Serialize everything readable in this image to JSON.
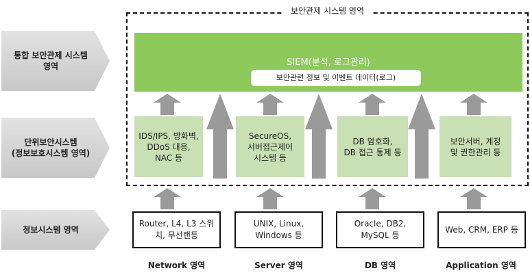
{
  "system_title": "보안관제 시스템 영역",
  "layers": {
    "integrated": [
      "통합 보안관제 시스템",
      "영역"
    ],
    "unit": [
      "단위보안시스템",
      "(정보보호시스템 영역)"
    ],
    "info": [
      "정보시스템 영역"
    ]
  },
  "siem": {
    "label": "SIEM(분석, 로그관리)",
    "event_data": "보안관련 정보 및 이벤트 데이터(로그)"
  },
  "solutions": [
    {
      "lines": [
        "IDS/IPS, 방화벽,",
        "DDoS 대응,",
        "NAC 등"
      ]
    },
    {
      "lines": [
        "SecureOS,",
        "서버접근제어",
        "시스템 등"
      ]
    },
    {
      "lines": [
        "DB 암호화,",
        "DB 접근 통제 등"
      ]
    },
    {
      "lines": [
        "보안서버, 계정",
        "및 권한관리 등"
      ]
    }
  ],
  "info_systems": [
    {
      "lines": [
        "Router, L4, L3 스위",
        "치, 무선랜등"
      ]
    },
    {
      "lines": [
        "UNIX, Linux,",
        "Windows 등"
      ]
    },
    {
      "lines": [
        "Oracle, DB2,",
        "MySQL 등"
      ]
    },
    {
      "lines": [
        "Web, CRM, ERP 등"
      ]
    }
  ],
  "domains": [
    "Network 영역",
    "Server 영역",
    "DB 영역",
    "Application 영역"
  ],
  "colors": {
    "siem_green": "#8dc95b",
    "solution_green": "#c8e0b3",
    "arrow_gray": "#9a9a9a",
    "chevron_gray": "#d5d5d5"
  }
}
